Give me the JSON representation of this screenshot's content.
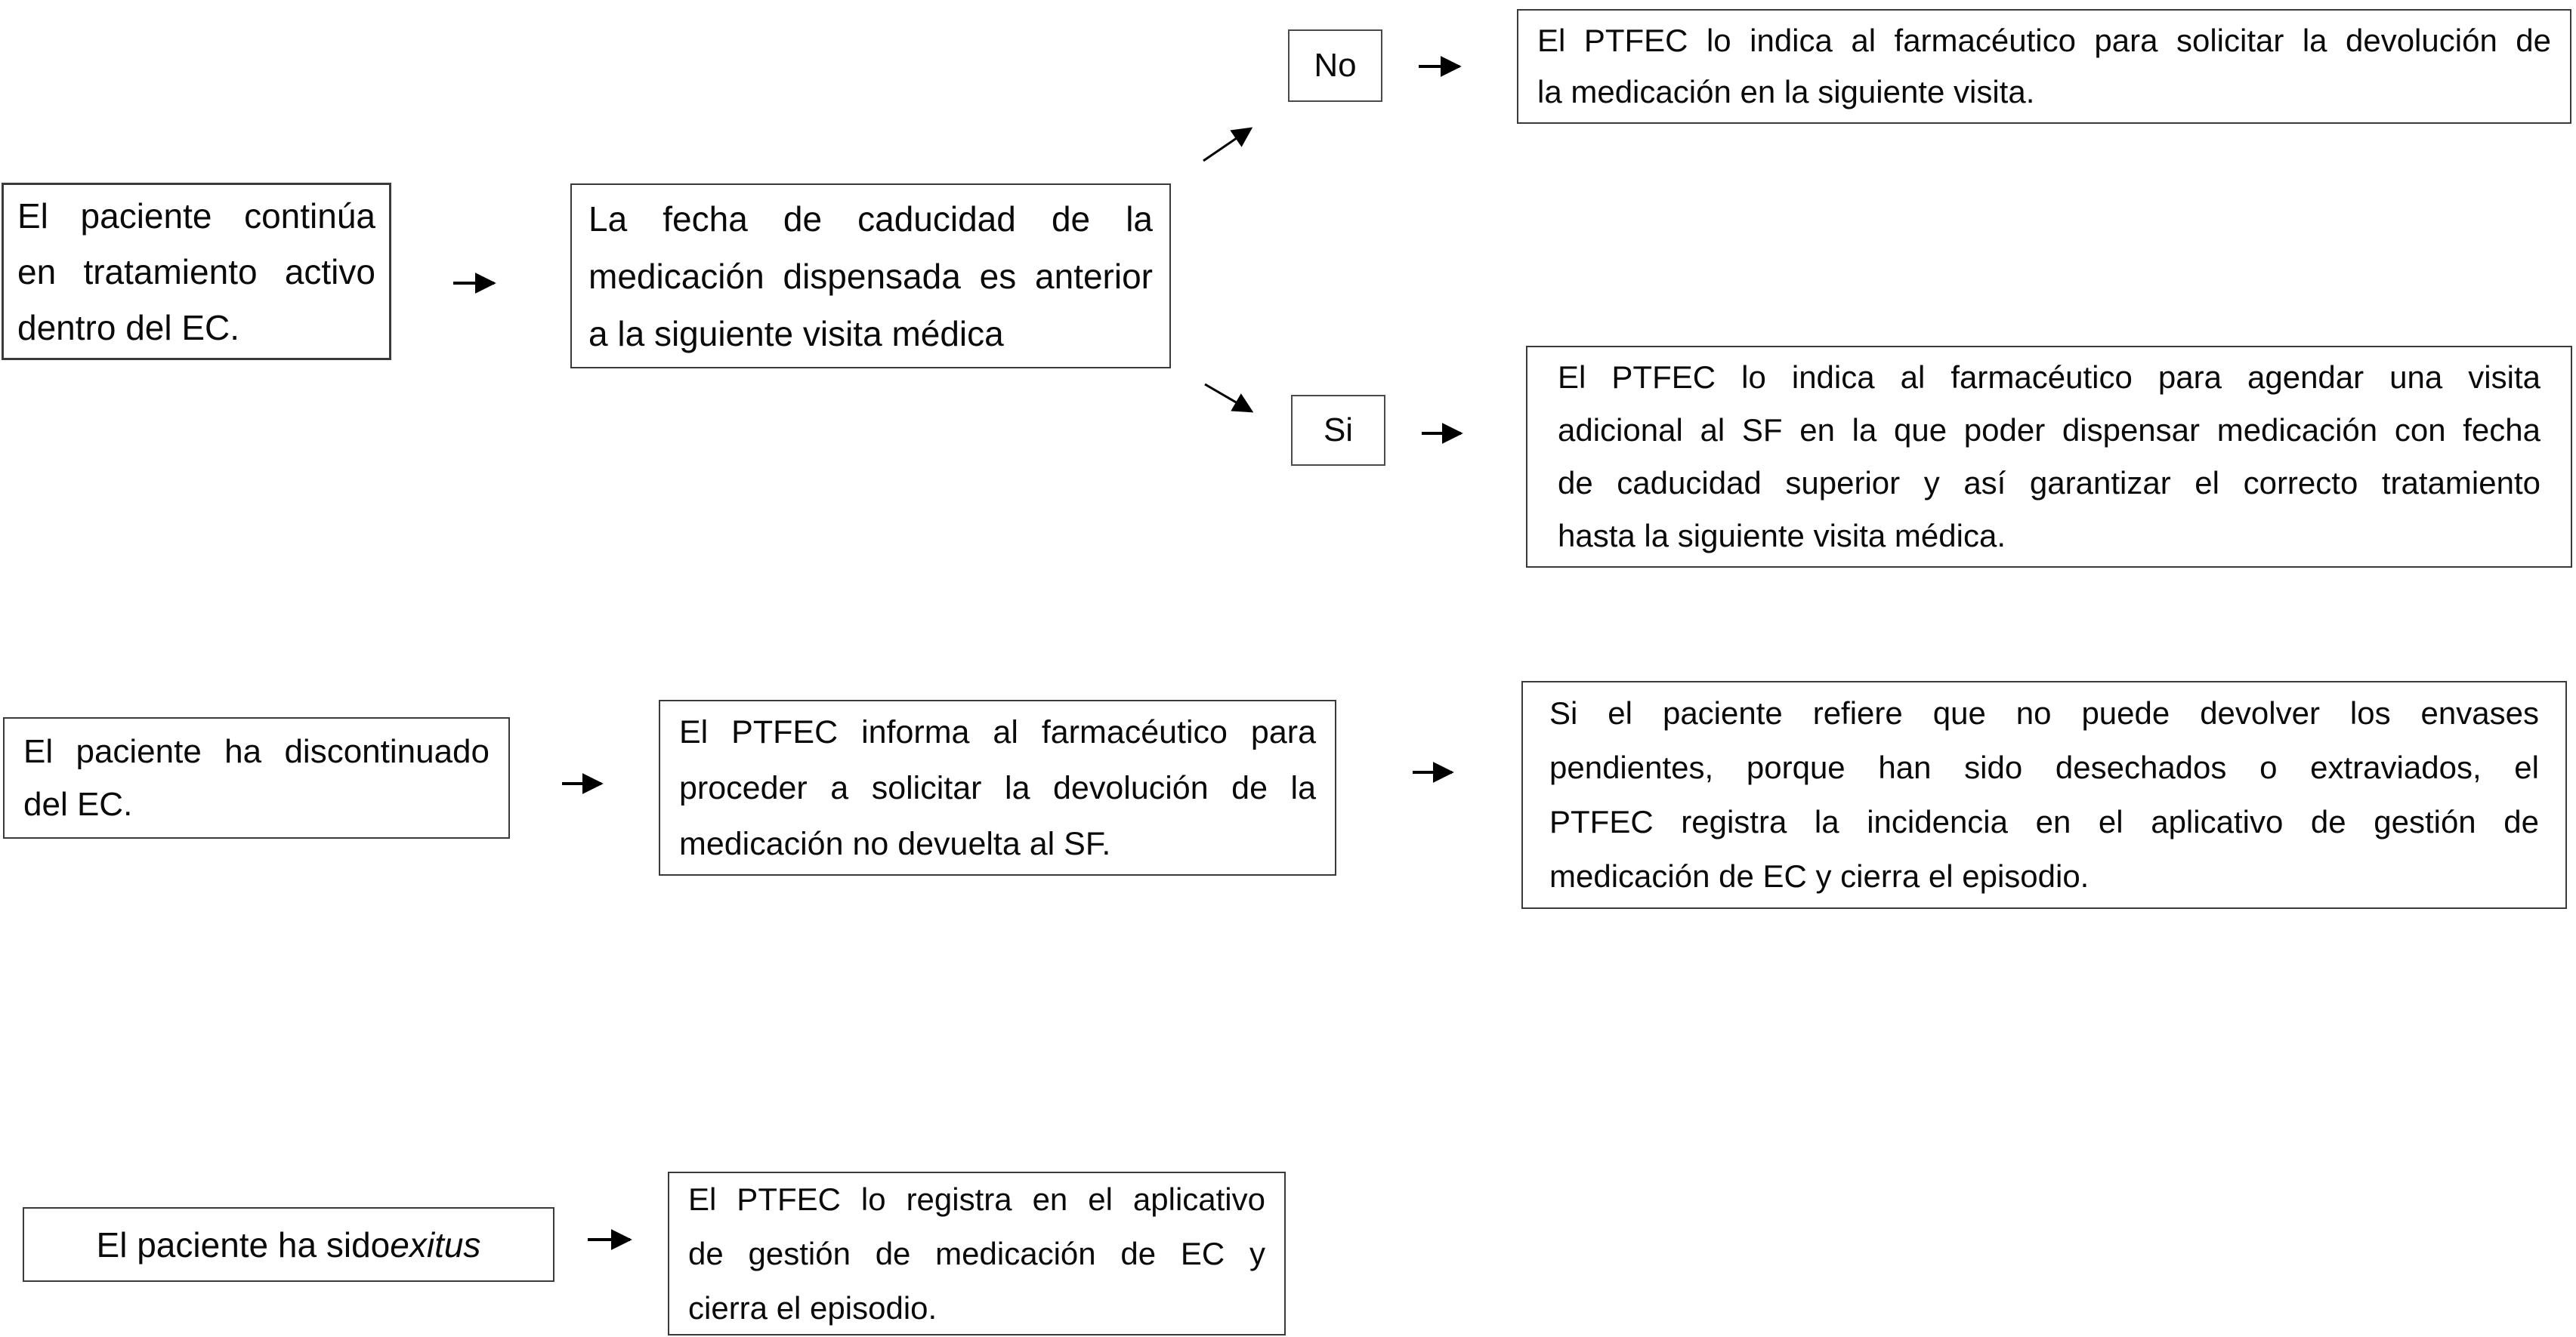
{
  "page": {
    "background": "#ffffff",
    "box_border_color": "#3a3a3a",
    "text_color": "#0a0a0a",
    "arrow_color": "#000000"
  },
  "flows": [
    {
      "id": "tratamiento-activo",
      "start": "El paciente continúa\nen tratamiento activo\ndentro del EC.",
      "condition": "La fecha de caducidad de la\nmedicación dispensada es anterior\na la siguiente visita médica",
      "branches": [
        {
          "label": "No",
          "outcome": "El PTFEC lo indica al farmacéutico para solicitar la devolución de\nla medicación en la siguiente visita."
        },
        {
          "label": "Si",
          "outcome": "El PTFEC lo indica al farmacéutico para agendar una visita\nadicional al SF en la que poder dispensar medicación con fecha\nde caducidad superior y así garantizar el correcto tratamiento\nhasta la siguiente visita médica."
        }
      ]
    },
    {
      "id": "discontinuado",
      "start": "El paciente ha discontinuado\ndel EC.",
      "step": "El PTFEC informa al farmacéutico para\nproceder a solicitar la devolución de la\nmedicación no devuelta al SF.",
      "outcome": "Si el paciente refiere que no puede devolver los envases\npendientes, porque han sido desechados o extraviados, el\nPTFEC registra la incidencia en el aplicativo de gestión de\nmedicación de EC y cierra el episodio."
    },
    {
      "id": "exitus",
      "start_prefix": "El paciente ha sido ",
      "start_term": "exitus",
      "outcome": "El PTFEC lo registra en el aplicativo\nde gestión de medicación de EC y\ncierra el episodio."
    }
  ]
}
